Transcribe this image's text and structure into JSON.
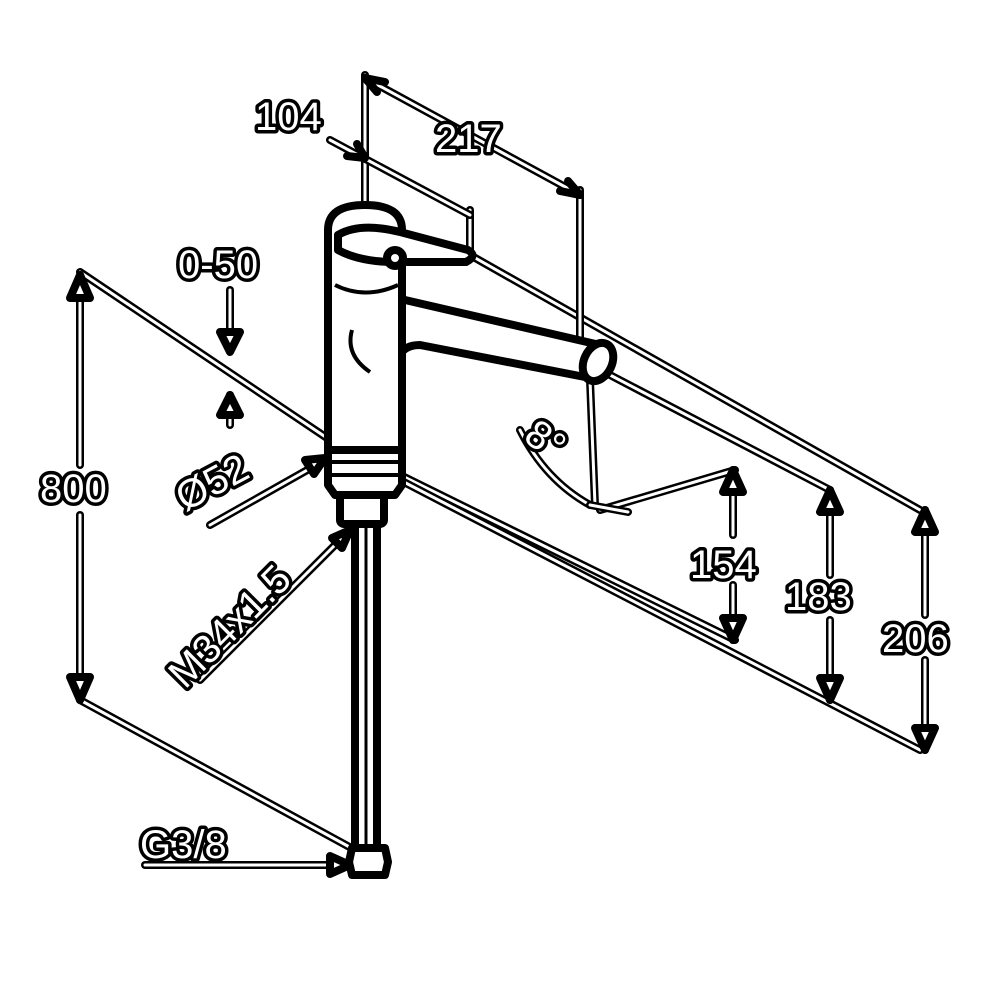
{
  "drawing": {
    "labels": {
      "spout_offset": "104",
      "spout_reach": "217",
      "deck_thickness": "0-50",
      "hose_length": "800",
      "base_diameter": "Ø52",
      "thread": "M34x1.5",
      "connection": "G3/8",
      "angle": "8°",
      "height_outlet": "154",
      "height_spout": "183",
      "height_total": "206"
    },
    "colors": {
      "line": "#000000",
      "fill": "#ffffff"
    }
  }
}
